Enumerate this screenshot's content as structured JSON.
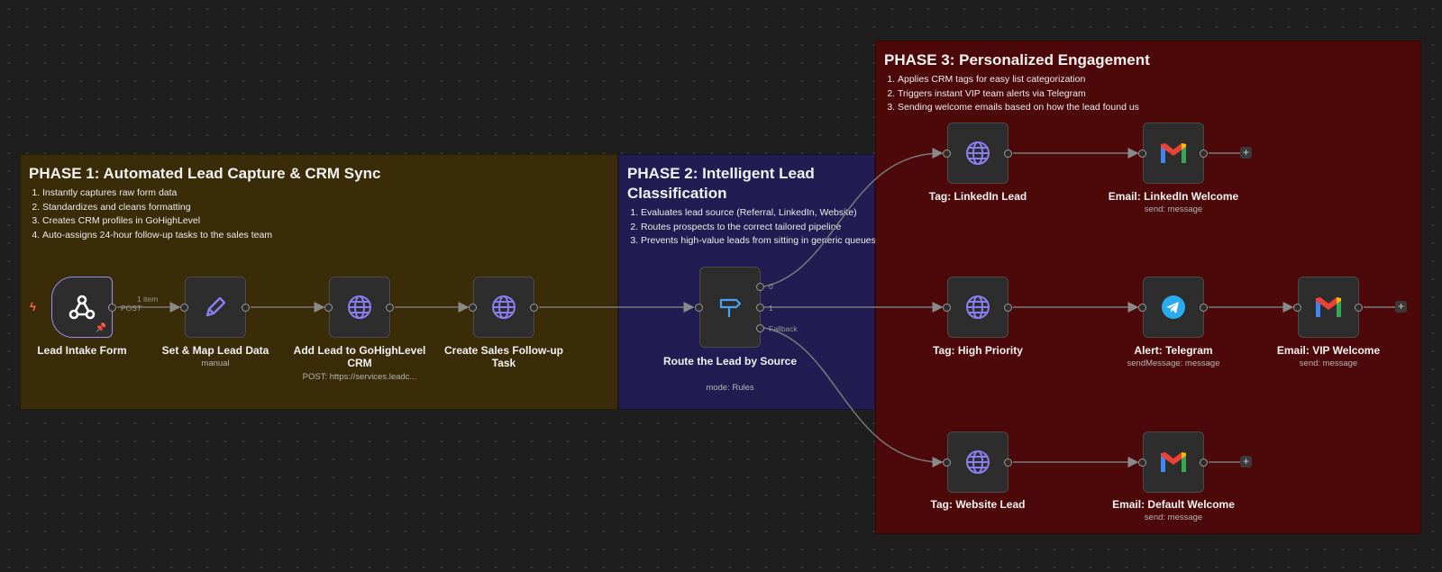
{
  "phases": [
    {
      "title": "PHASE 1: Automated Lead Capture & CRM Sync",
      "items": [
        "Instantly captures raw form data",
        "Standardizes and cleans formatting",
        "Creates CRM profiles in GoHighLevel",
        "Auto-assigns 24-hour follow-up tasks to the sales team"
      ]
    },
    {
      "title": "PHASE 2: Intelligent Lead Classification",
      "items": [
        "Evaluates lead source (Referral, LinkedIn, Website)",
        "Routes prospects to the correct tailored pipeline",
        "Prevents high-value leads from sitting in generic queues"
      ]
    },
    {
      "title": "PHASE 3: Personalized Engagement",
      "items": [
        "Applies CRM tags for easy list categorization",
        "Triggers instant VIP team alerts via Telegram",
        "Sending welcome emails based on how the lead found us"
      ]
    }
  ],
  "nodes": {
    "intake": {
      "label": "Lead Intake Form",
      "icon": "webhook-icon"
    },
    "setmap": {
      "label": "Set & Map Lead Data",
      "sub": "manual",
      "icon": "pencil-icon"
    },
    "addlead": {
      "label": "Add Lead to GoHighLevel CRM",
      "sub": "POST: https://services.leadc...",
      "icon": "globe-icon"
    },
    "task": {
      "label": "Create Sales Follow-up Task",
      "icon": "globe-icon"
    },
    "route": {
      "label": "Route the Lead by Source",
      "sub": "mode: Rules",
      "icon": "signpost-icon"
    },
    "tagLinkedin": {
      "label": "Tag: LinkedIn Lead",
      "icon": "globe-icon"
    },
    "emailLinkedin": {
      "label": "Email: LinkedIn Welcome",
      "sub": "send: message",
      "icon": "gmail-icon"
    },
    "tagHigh": {
      "label": "Tag: High Priority",
      "icon": "globe-icon"
    },
    "telegram": {
      "label": "Alert: Telegram",
      "sub": "sendMessage: message",
      "icon": "telegram-icon"
    },
    "emailVip": {
      "label": "Email: VIP Welcome",
      "sub": "send: message",
      "icon": "gmail-icon"
    },
    "tagWebsite": {
      "label": "Tag: Website Lead",
      "icon": "globe-icon"
    },
    "emailDefault": {
      "label": "Email: Default Welcome",
      "sub": "send: message",
      "icon": "gmail-icon"
    }
  },
  "edges": {
    "post": "POST",
    "items": "1 item",
    "out0": "0",
    "out1": "1",
    "fallback": "Fallback"
  },
  "colors": {
    "phase1": "#3a2c08",
    "phase2": "#211d52",
    "phase3": "#4d0909",
    "icon": "#8b7ff0",
    "canvas": "#1e1e1e"
  }
}
